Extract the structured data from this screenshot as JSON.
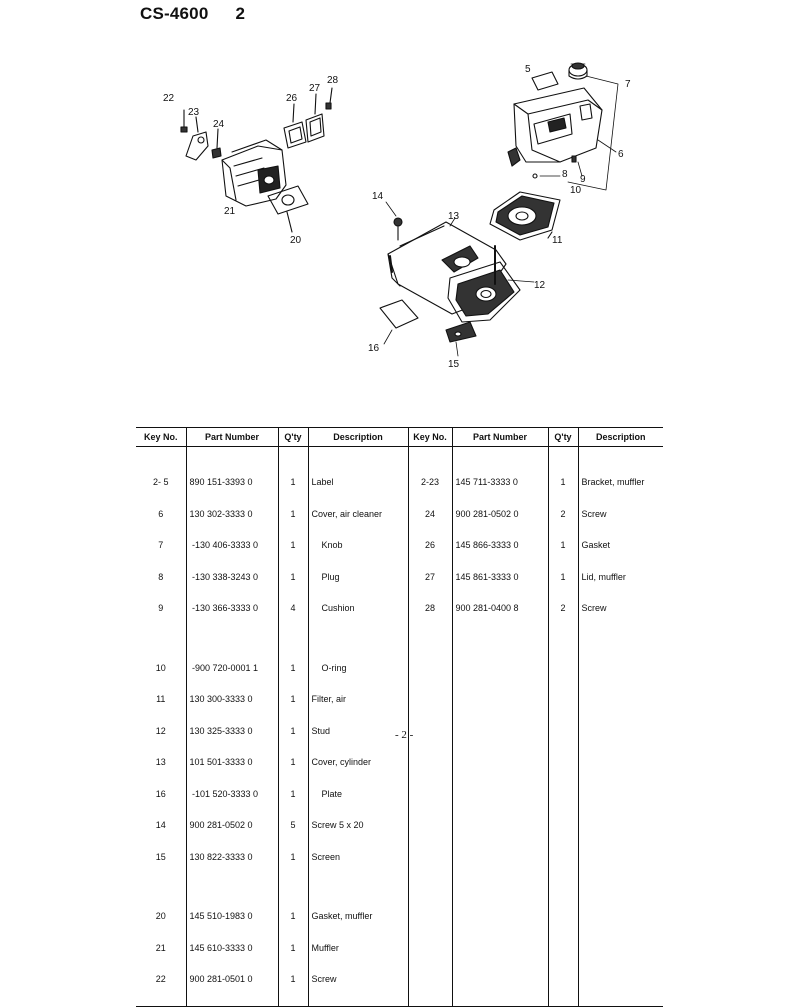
{
  "header": {
    "model": "CS-4600",
    "page_number": "2"
  },
  "callouts": {
    "c5": "5",
    "c7": "7",
    "c6": "6",
    "c9": "9",
    "c8": "8",
    "c10": "10",
    "c11": "11",
    "c12": "12",
    "c13": "13",
    "c14": "14",
    "c15": "15",
    "c16": "16",
    "c20": "20",
    "c21": "21",
    "c22": "22",
    "c23": "23",
    "c24": "24",
    "c26": "26",
    "c27": "27",
    "c28": "28"
  },
  "table": {
    "headers": [
      "Key No.",
      "Part Number",
      "Q'ty",
      "Description",
      "Key No.",
      "Part Number",
      "Q'ty",
      "Description"
    ],
    "left": {
      "groups": [
        [
          {
            "key": "2- 5",
            "part": "890 151-3393 0",
            "qty": "1",
            "desc": "Label"
          },
          {
            "key": "6",
            "part": "130 302-3333 0",
            "qty": "1",
            "desc": "Cover, air cleaner"
          },
          {
            "key": "7",
            "part": " -130 406-3333 0",
            "qty": "1",
            "desc": "    Knob"
          },
          {
            "key": "8",
            "part": " -130 338-3243 0",
            "qty": "1",
            "desc": "    Plug"
          },
          {
            "key": "9",
            "part": " -130 366-3333 0",
            "qty": "4",
            "desc": "    Cushion"
          }
        ],
        [
          {
            "key": "10",
            "part": " -900 720-0001 1",
            "qty": "1",
            "desc": "    O-ring"
          },
          {
            "key": "11",
            "part": "130 300-3333 0",
            "qty": "1",
            "desc": "Filter, air"
          },
          {
            "key": "12",
            "part": "130 325-3333 0",
            "qty": "1",
            "desc": "Stud"
          },
          {
            "key": "13",
            "part": "101 501-3333 0",
            "qty": "1",
            "desc": "Cover, cylinder"
          },
          {
            "key": "16",
            "part": " -101 520-3333 0",
            "qty": "1",
            "desc": "    Plate"
          },
          {
            "key": "14",
            "part": "900 281-0502 0",
            "qty": "5",
            "desc": "Screw 5 x 20"
          },
          {
            "key": "15",
            "part": "130 822-3333 0",
            "qty": "1",
            "desc": "Screen"
          }
        ],
        [
          {
            "key": "20",
            "part": "145 510-1983 0",
            "qty": "1",
            "desc": "Gasket, muffler"
          },
          {
            "key": "21",
            "part": "145 610-3333 0",
            "qty": "1",
            "desc": "Muffler"
          },
          {
            "key": "22",
            "part": "900 281-0501 0",
            "qty": "1",
            "desc": "Screw"
          }
        ]
      ]
    },
    "right": {
      "groups": [
        [
          {
            "key": "2-23",
            "part": "145 711-3333 0",
            "qty": "1",
            "desc": "Bracket, muffler"
          },
          {
            "key": "24",
            "part": "900 281-0502 0",
            "qty": "2",
            "desc": "Screw"
          },
          {
            "key": "26",
            "part": "145 866-3333 0",
            "qty": "1",
            "desc": "Gasket"
          },
          {
            "key": "27",
            "part": "145 861-3333 0",
            "qty": "1",
            "desc": "Lid, muffler"
          },
          {
            "key": "28",
            "part": "900 281-0400 8",
            "qty": "2",
            "desc": "Screw"
          }
        ]
      ]
    }
  },
  "footer": {
    "page": "- 2 -"
  },
  "colors": {
    "ink": "#111111",
    "paper": "#ffffff"
  }
}
